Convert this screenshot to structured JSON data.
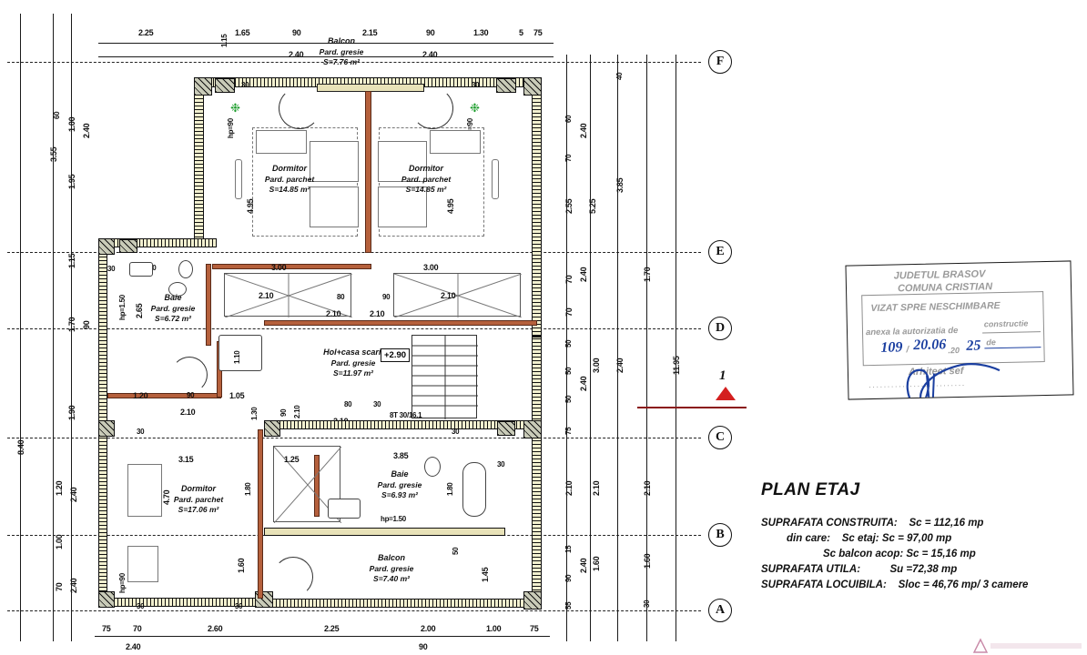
{
  "sheet": {
    "title": "PLAN ETAJ",
    "level_marker": "+2.90"
  },
  "title_block": {
    "title": "PLAN ETAJ",
    "lines": [
      {
        "label": "SUPRAFATA CONSTRUITA:",
        "value": "Sc = 112,16 mp",
        "indent": 0
      },
      {
        "label": "din care:",
        "value": "Sc etaj: Sc = 97,00 mp",
        "indent": 1
      },
      {
        "label": "",
        "value": "Sc balcon acop: Sc = 15,16 mp",
        "indent": 2
      },
      {
        "label": "SUPRAFATA UTILA:",
        "value": "Su =72,38 mp",
        "indent": 0
      },
      {
        "label": "SUPRAFATA LOCUIBILA:",
        "value": "Sloc = 46,76 mp/ 3 camere",
        "indent": 0
      }
    ]
  },
  "rooms": [
    {
      "name": "Dormitor",
      "floor": "Pard. parchet",
      "area": "S=14.85 m²"
    },
    {
      "name": "Dormitor",
      "floor": "Pard. parchet",
      "area": "S=14.85 m²"
    },
    {
      "name": "Baie",
      "floor": "Pard. gresie",
      "area": "S=6.72 m²"
    },
    {
      "name": "Hol+casa scarii",
      "floor": "Pard. gresie",
      "area": "S=11.97 m²"
    },
    {
      "name": "Dormitor",
      "floor": "Pard. parchet",
      "area": "S=17.06 m²"
    },
    {
      "name": "Baie",
      "floor": "Pard. gresie",
      "area": "S=6.93 m²"
    },
    {
      "name": "Balcon",
      "floor": "Pard. gresie",
      "area": "S=7.40 m²"
    },
    {
      "name": "Balcon",
      "floor": "Pard. gresie",
      "area": "S=7.76 m²"
    }
  ],
  "grid_bubbles": [
    "F",
    "E",
    "D",
    "C",
    "B",
    "A"
  ],
  "section_marker": {
    "number": "1"
  },
  "stamp": {
    "line1": "JUDETUL BRASOV",
    "line2": "COMUNA CRISTIAN",
    "line3": "VIZAT SPRE NESCHIMBARE",
    "line4": "anexa la autorizatia de",
    "line5": "constructie",
    "line6": "de",
    "hw_no": "109",
    "hw_sep1": "/",
    "hw_day": "20.06",
    "hw_pre": ".20",
    "hw_year": "25",
    "line7": "Arhitect sef"
  },
  "notes": {
    "stairs": "8T 30/16.1",
    "window_h_150": "hp=1.50",
    "window_h_90": "hp=90"
  },
  "dimensions": {
    "top_outer": [
      "2.25",
      "1.15",
      "1.65",
      "90",
      "2.15",
      "90",
      "1.30",
      "5",
      "75"
    ],
    "top_inner": [
      "2.40",
      "2.40"
    ],
    "bottom_outer": [
      "75",
      "70",
      "2.60",
      "2.25",
      "2.00",
      "1.00",
      "75"
    ],
    "bottom_inner": [
      "2.40",
      "90"
    ],
    "left_outer": [
      "8.40"
    ],
    "left_mid": [
      "3.55",
      "1.95",
      "1.15",
      "1.70",
      "1.90",
      "1.20",
      "1.00",
      "70"
    ],
    "left_inner": [
      "1.00",
      "2.40",
      "90",
      "2.40",
      "2.40"
    ],
    "right_a": [
      "40",
      "60",
      "70",
      "70",
      "70",
      "75",
      "50",
      "50",
      "50",
      "75",
      "15",
      "90",
      "55"
    ],
    "right_b": [
      "2.40",
      "2.40",
      "2.40",
      "2.40",
      "2.40",
      "2.40"
    ],
    "right_c": [
      "2.55",
      "5.25",
      "1.70",
      "3.00",
      "2.10",
      "1.60"
    ],
    "right_d": [
      "3.85",
      "2.10",
      "1.60",
      "30"
    ],
    "right_e": [
      "11.95",
      "2.10"
    ],
    "right_f": [
      "5.25",
      "3.00"
    ],
    "interior": [
      "30",
      "2.10",
      "3.00",
      "3.00",
      "2.10",
      "2.10",
      "80",
      "90",
      "90",
      "2.10",
      "2.10",
      "2.65",
      "1.10",
      "1.20",
      "90",
      "1.05",
      "2.10",
      "1.30",
      "90",
      "2.10",
      "80",
      "30",
      "3.15",
      "1.25",
      "3.85",
      "1.80",
      "1.80",
      "4.70",
      "1.60",
      "1.45",
      "4.95",
      "4.95",
      "30",
      "30",
      "30",
      "30",
      "30",
      "15",
      "50",
      "75"
    ]
  }
}
